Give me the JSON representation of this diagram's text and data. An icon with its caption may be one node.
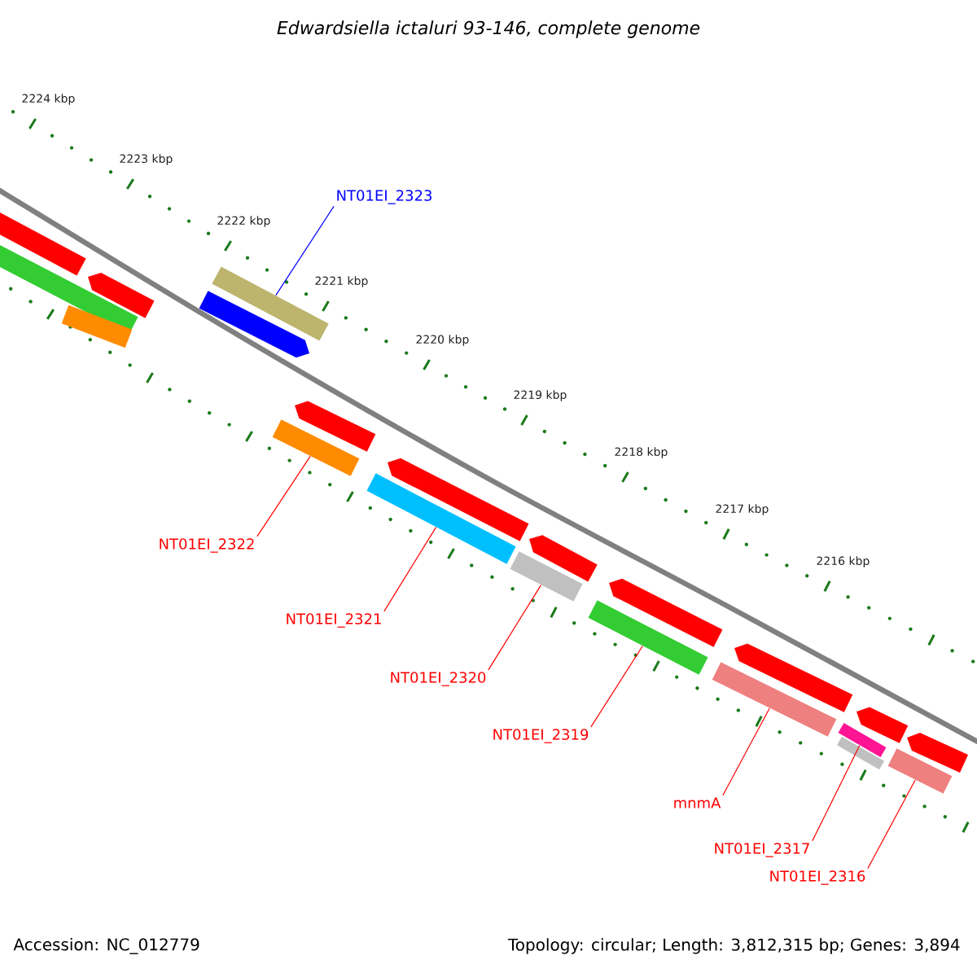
{
  "diagram": {
    "title": "Edwardsiella ictaluri 93-146, complete genome",
    "nodes": [
      {
        "text": [
          "NT01EI_2323"
        ]
      },
      {
        "text": [],
        "shape": "bar"
      },
      {
        "text": [
          "NT01EI_2322"
        ]
      },
      {
        "text": [],
        "shape": "bar"
      },
      {
        "text": [
          "NT01EI_2321"
        ]
      },
      {
        "text": [],
        "shape": "bar"
      },
      {
        "text": [
          "NT01EI_2320"
        ]
      },
      {
        "text": [],
        "shape": "bar"
      },
      {
        "text": [
          "NT01EI_2319"
        ]
      },
      {
        "text": [],
        "shape": "bar"
      },
      {
        "text": [
          "mnmA"
        ]
      },
      {
        "text": [],
        "shape": "bar"
      },
      {
        "text": [
          "NT01EI_2317"
        ]
      },
      {
        "text": [],
        "shape": "bar"
      },
      {
        "text": [
          "NT01EI_2316"
        ]
      },
      {
        "text": [],
        "shape": "bar"
      },
      {
        "text": [],
        "shape": "arrow"
      },
      {
        "text": [],
        "shape": "arrow"
      },
      {
        "text": [],
        "shape": "arrow"
      },
      {
        "text": [],
        "shape": "bar"
      },
      {
        "text": [],
        "shape": "bar"
      },
      {
        "text": [],
        "shape": "arrow"
      },
      {
        "text": [],
        "shape": "arrow"
      },
      {
        "text": [],
        "shape": "arrow"
      },
      {
        "text": [],
        "shape": "arrow"
      },
      {
        "text": [],
        "shape": "arrow"
      },
      {
        "text": [],
        "shape": "arrow"
      },
      {
        "text": [],
        "shape": "arrow"
      }
    ],
    "edges": [
      {
        "from": 0,
        "to": 1,
        "arrow": "none",
        "color": "#0000ff"
      },
      {
        "from": 2,
        "to": 3,
        "arrow": "none"
      },
      {
        "from": 4,
        "to": 5,
        "arrow": "none"
      },
      {
        "from": 6,
        "to": 7,
        "arrow": "none"
      },
      {
        "from": 8,
        "to": 9,
        "arrow": "none"
      },
      {
        "from": 10,
        "to": 11,
        "arrow": "none"
      },
      {
        "from": 12,
        "to": 13,
        "arrow": "none"
      },
      {
        "from": 14,
        "to": 15,
        "arrow": "none"
      }
    ],
    "labels": [
      "2224 kbp",
      "2223 kbp",
      "2222 kbp",
      "2221 kbp",
      "2220 kbp",
      "2219 kbp",
      "2218 kbp",
      "2217 kbp",
      "2216 kbp",
      "Accession: NC_012779",
      "Topology: circular; Length: 3,812,315 bp; Genes: 3,894"
    ]
  }
}
